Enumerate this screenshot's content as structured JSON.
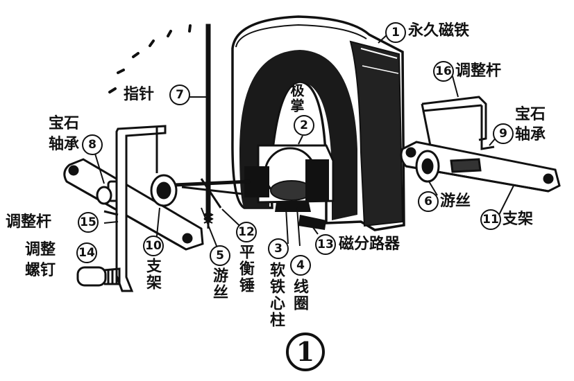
{
  "figure_number": "1",
  "parts": [
    {
      "n": "1",
      "label": "永久磁铁"
    },
    {
      "n": "2",
      "label": "极掌"
    },
    {
      "n": "3",
      "label": "软铁心柱"
    },
    {
      "n": "4",
      "label": "线圈"
    },
    {
      "n": "5",
      "label": "游丝"
    },
    {
      "n": "6",
      "label": "游丝"
    },
    {
      "n": "7",
      "label": "指针"
    },
    {
      "n": "8",
      "label": "宝石轴承"
    },
    {
      "n": "9",
      "label": "宝石轴承"
    },
    {
      "n": "10",
      "label": "支架"
    },
    {
      "n": "11",
      "label": "支架"
    },
    {
      "n": "12",
      "label": "平衡锤"
    },
    {
      "n": "13",
      "label": "磁分路器"
    },
    {
      "n": "14",
      "label": "调整螺钉"
    },
    {
      "n": "15",
      "label": "调整杆"
    },
    {
      "n": "16",
      "label": "调整杆"
    }
  ],
  "split_labels": {
    "p8_a": "宝石",
    "p8_b": "轴承",
    "p9_a": "宝石",
    "p9_b": "轴承",
    "p14_a": "调整",
    "p14_b": "螺钉"
  }
}
